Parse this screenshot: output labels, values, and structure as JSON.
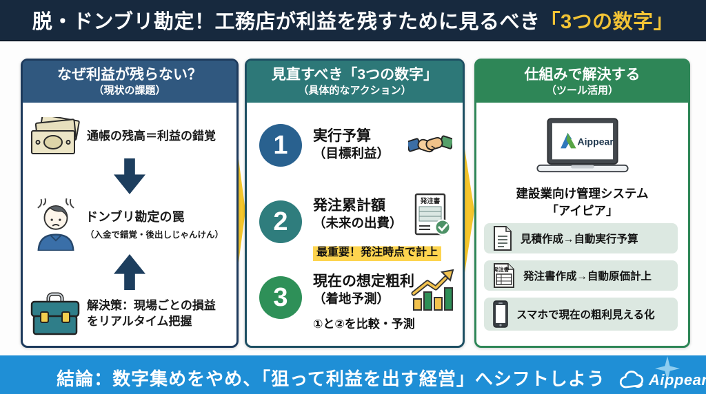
{
  "header": {
    "title_main": "脱・ドンブリ勘定！工務店が利益を残すために見るべき",
    "title_highlight": "「3つの数字」"
  },
  "problem_panel": {
    "title": "なぜ利益が残らない？",
    "subtitle": "（現状の課題）",
    "item1_text": "通帳の残高＝利益の錯覚",
    "item2_title": "ドンブリ勘定の罠",
    "item2_sub": "（入金で錯覚・後出しじゃんけん）",
    "item3_line1": "解決策：現場ごとの損益",
    "item3_line2": "をリアルタイム把握"
  },
  "numbers_panel": {
    "title": "見直すべき「3つの数字」",
    "subtitle": "（具体的なアクション）",
    "items": [
      {
        "number": "1",
        "title": "実行予算",
        "sub": "（目標利益）",
        "icon": "handshake-icon",
        "note": ""
      },
      {
        "number": "2",
        "title": "発注累計額",
        "sub": "（未来の出費）",
        "icon": "order-sheet-check-icon",
        "icon_label": "発注書",
        "note": "最重要！発注時点で計上"
      },
      {
        "number": "3",
        "title": "現在の想定粗利",
        "sub": "（着地予測）",
        "icon": "growth-chart-icon",
        "note": "①と②を比較・予測"
      }
    ]
  },
  "solution_panel": {
    "title": "仕組みで解決する",
    "subtitle": "（ツール活用）",
    "laptop_brand": "Aippear",
    "system_line1": "建設業向け管理システム",
    "system_line2": "「アイピア」",
    "features": [
      {
        "icon": "estimate-doc-icon",
        "text": "見積作成→自動実行予算"
      },
      {
        "icon": "order-doc-icon",
        "icon_label": "発注書",
        "text": "発注書作成→自動原価計上"
      },
      {
        "icon": "smartphone-icon",
        "text": "スマホで現在の粗利見える化"
      }
    ]
  },
  "footer": {
    "conclusion": "結論：数字集めをやめ、「狙って利益を出す経営」へシフトしよう",
    "brand": "Aippear"
  },
  "icons": {
    "problem": [
      "money-bills-icon",
      "worried-person-icon",
      "toolbox-icon"
    ],
    "flow": [
      "down-arrow-icon",
      "up-arrow-icon"
    ],
    "between_panels": "right-chevron-arrow-icon",
    "solution": [
      "laptop-icon",
      "estimate-doc-icon",
      "order-doc-icon",
      "smartphone-icon"
    ],
    "footer": [
      "cloud-logo-icon",
      "sparkle-icon"
    ]
  },
  "colors": {
    "header_bg": "#17293e",
    "title_highlight": "#f2c335",
    "problem_header": "#30587f",
    "numbers_header": "#2d7878",
    "solution_header": "#2e8657",
    "step1_circle": "#29618f",
    "step2_circle": "#2f7d7d",
    "step3_circle": "#2e9058",
    "flow_arrow": "#1d3e5e",
    "between_arrow": "#f4c62c",
    "note_highlight": "#fdd44f",
    "feature_row_bg": "#dce8e1",
    "footer_bg": "#1f8fd6"
  }
}
